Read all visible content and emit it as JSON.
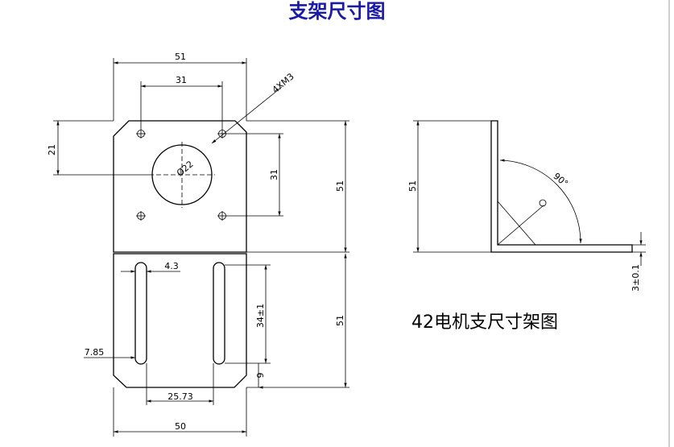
{
  "title": "支架尺寸图",
  "caption": "42电机支尺寸架图",
  "dims": {
    "top_width": "51",
    "hole_spacing_top": "31",
    "hole_spec": "4XM3",
    "left_offset": "21",
    "hole_spacing_side": "31",
    "bore": "Ø22",
    "upper_height": "51",
    "slot_width": "4.3",
    "slot_length": "34±1",
    "lower_height": "51",
    "slot_offset": "7.85",
    "slot_bottom": "9",
    "slot_spacing": "25.73",
    "bottom_width": "50",
    "side_height": "51",
    "angle": "90°",
    "thickness": "3±0.1"
  }
}
